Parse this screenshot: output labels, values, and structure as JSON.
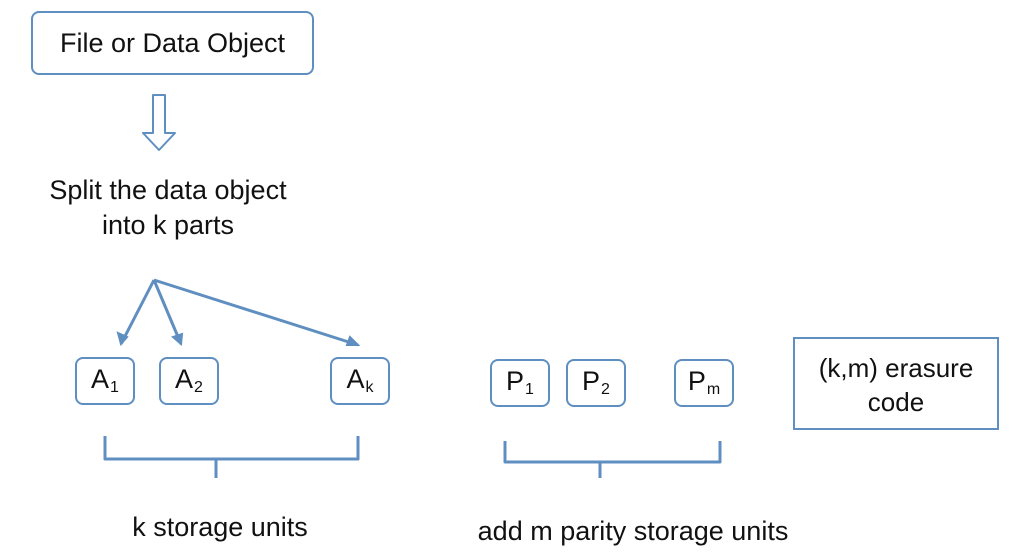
{
  "title_box": {
    "label": "File or Data Object"
  },
  "split_text": {
    "line1": "Split the data object",
    "line2": "into k parts"
  },
  "data_units": [
    {
      "base": "A",
      "subscript": "1"
    },
    {
      "base": "A",
      "subscript": "2"
    },
    {
      "base": "A",
      "subscript": "k"
    }
  ],
  "parity_units": [
    {
      "base": "P",
      "subscript": "1"
    },
    {
      "base": "P",
      "subscript": "2"
    },
    {
      "base": "P",
      "subscript": "m"
    }
  ],
  "brace_labels": {
    "storage": "k  storage units",
    "parity": "add m parity storage units"
  },
  "erasure_box": {
    "line1": "(k,m) erasure",
    "line2": "code"
  },
  "colors": {
    "stroke": "#5f8fc0",
    "text": "#111111",
    "background": "#ffffff"
  }
}
